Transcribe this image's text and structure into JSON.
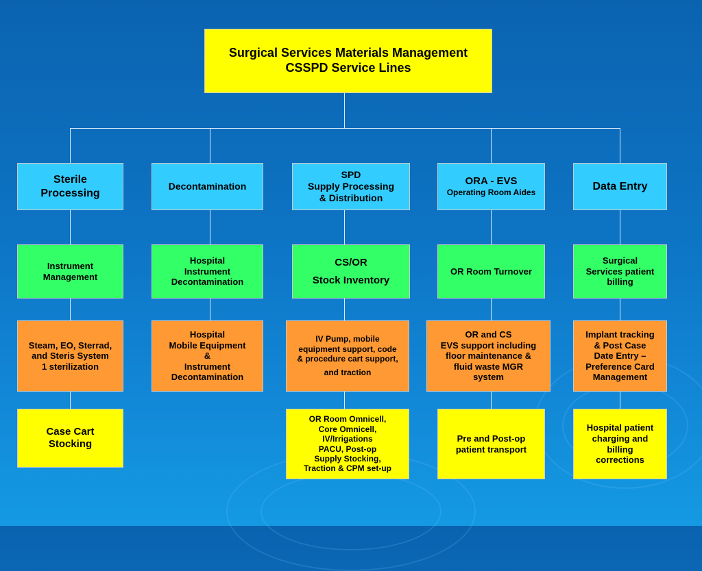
{
  "header": {
    "title_line1": "Surgical Services Materials Management",
    "title_line2": "CSSPD Service Lines"
  },
  "service_lines": [
    {
      "title": "Sterile\nProcessing"
    },
    {
      "title": "Decontamination"
    },
    {
      "title": "SPD\nSupply Processing\n& Distribution"
    },
    {
      "title": "ORA - EVS",
      "subtitle": "Operating Room Aides"
    },
    {
      "title": "Data Entry"
    }
  ],
  "level2": [
    {
      "text": "Instrument\nManagement"
    },
    {
      "text": "Hospital\nInstrument\nDecontamination"
    },
    {
      "line1": "CS/OR",
      "line2": "Stock Inventory"
    },
    {
      "text": "OR Room Turnover"
    },
    {
      "text": "Surgical\nServices patient\nbilling"
    }
  ],
  "level3": [
    {
      "text": "Steam, EO, Sterrad,\nand Steris System\n1 sterilization"
    },
    {
      "text": "Hospital\nMobile Equipment\n&\nInstrument\nDecontamination"
    },
    {
      "line1": "IV Pump, mobile\nequipment support,  code\n& procedure cart support,",
      "line2": "and traction"
    },
    {
      "text": "OR and CS\nEVS support including\nfloor maintenance &\nfluid waste MGR\nsystem"
    },
    {
      "text": "Implant tracking\n&  Post Case\nDate Entry –\nPreference Card\nManagement"
    }
  ],
  "level4": [
    {
      "text": "Case Cart\nStocking"
    },
    {
      "text": "OR Room Omnicell,\nCore Omnicell,\nIV/Irrigations\nPACU, Post-op\nSupply Stocking,\nTraction & CPM set-up"
    },
    {
      "text": "Pre and Post-op\npatient transport"
    },
    {
      "text": "Hospital patient\ncharging and\nbilling\ncorrections"
    }
  ]
}
